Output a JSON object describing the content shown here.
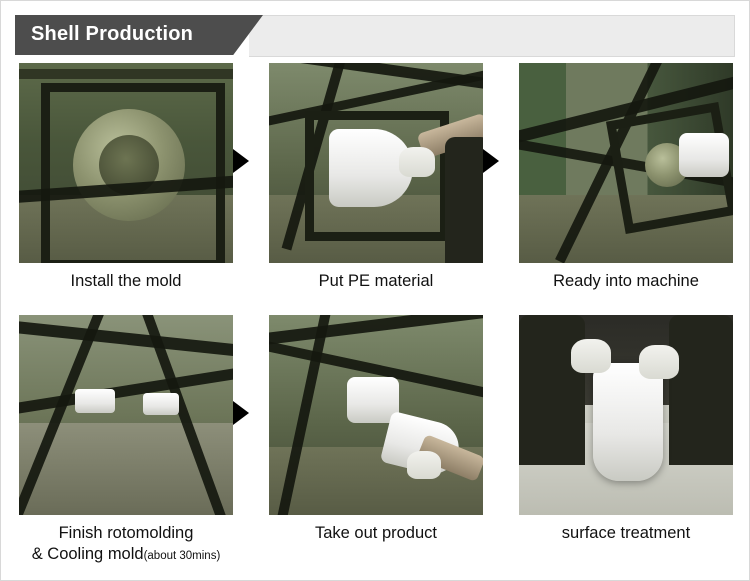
{
  "header": {
    "title": "Shell Production"
  },
  "steps": [
    {
      "index": 1,
      "caption": "Install the mold",
      "caption_sub": "",
      "photo_name": "photo-install-the-mold",
      "arrow_after": true
    },
    {
      "index": 2,
      "caption": "Put PE material",
      "caption_sub": "",
      "photo_name": "photo-put-pe-material",
      "arrow_after": true
    },
    {
      "index": 3,
      "caption": "Ready into machine",
      "caption_sub": "",
      "photo_name": "photo-ready-into-machine",
      "arrow_after": false
    },
    {
      "index": 4,
      "caption": "Finish rotomolding",
      "caption_line2": "& Cooling mold",
      "caption_sub": "(about 30mins)",
      "photo_name": "photo-finish-rotomolding",
      "arrow_after": true
    },
    {
      "index": 5,
      "caption": "Take out product",
      "caption_sub": "",
      "photo_name": "photo-take-out-product",
      "arrow_after": false
    },
    {
      "index": 6,
      "caption": "surface treatment",
      "caption_sub": "",
      "photo_name": "photo-surface-treatment",
      "arrow_after": false
    }
  ],
  "colors": {
    "header_tab_bg": "#4d4d4d",
    "header_bar_bg": "#ececec",
    "header_title": "#ffffff",
    "caption_text": "#111111",
    "arrow": "#000000"
  }
}
